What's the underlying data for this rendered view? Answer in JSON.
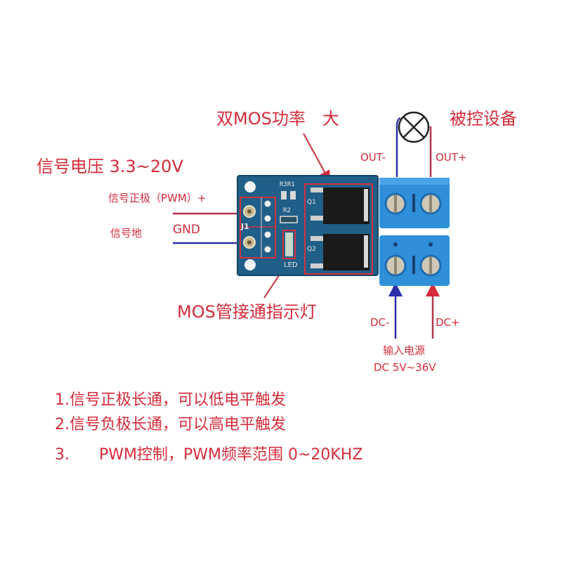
{
  "labels": {
    "dual_mos": "双MOS功率",
    "dual_mos_suffix": "大",
    "controlled_device": "被控设备",
    "out_minus": "OUT-",
    "out_plus": "OUT+",
    "signal_voltage": "信号电压 3.3~20V",
    "signal_positive": "信号正极（PWM）+",
    "signal_ground": "信号地",
    "gnd": "GND",
    "mos_indicator": "MOS管接通指示灯",
    "dc_minus": "DC-",
    "dc_plus": "DC+",
    "input_power": "输入电源",
    "input_range": "DC 5V~36V"
  },
  "board": {
    "silkscreen": {
      "r3r1": "R3R1",
      "r2": "R2",
      "j1": "J1",
      "q1": "Q1",
      "q2": "Q2",
      "led": "LED"
    }
  },
  "notes": [
    "1.信号正极长通，可以低电平触发",
    "2.信号负极长通，可以高电平触发",
    "3.      PWM控制，PWM频率范围 0~20KHZ"
  ],
  "colors": {
    "text_red": "#d52b3a",
    "wire_blue": "#2a2fa8",
    "wire_red": "#b0354a",
    "pcb_blue": "#1f5f88",
    "terminal_blue": "#2f8fd8",
    "highlight_box": "#d4313d"
  }
}
